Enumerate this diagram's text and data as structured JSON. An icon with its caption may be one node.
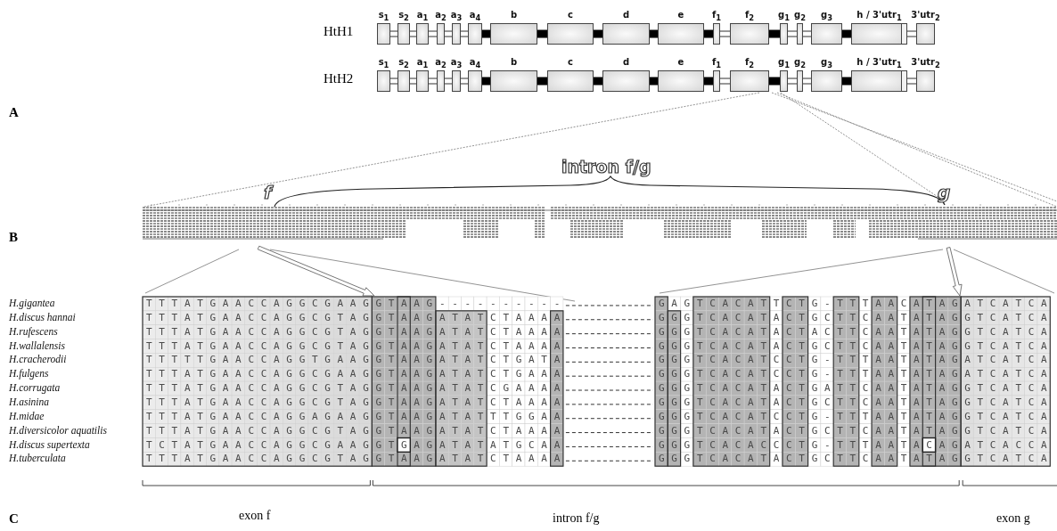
{
  "diagram": {
    "nodes": [
      {
        "text": [
          "s$_{1}$"
        ]
      },
      {
        "text": [
          "s$_{2}$"
        ]
      },
      {
        "text": [
          "a$_{1}$"
        ]
      },
      {
        "text": [
          "a$_{2}$"
        ]
      },
      {
        "text": [
          "a$_{3}$"
        ]
      },
      {
        "text": [
          "a$_{4}$"
        ]
      },
      {
        "text": [
          "b"
        ]
      },
      {
        "text": [
          "c"
        ]
      },
      {
        "text": [
          "d"
        ]
      },
      {
        "text": [
          "e"
        ]
      },
      {
        "text": [
          "f$_{1}$"
        ]
      },
      {
        "text": [
          "f$_{2}$"
        ]
      },
      {
        "text": [
          "g$_{1}$"
        ]
      },
      {
        "text": [
          "g$_{2}$"
        ]
      },
      {
        "text": [
          "g$_{3}$"
        ]
      },
      {
        "text": [
          "h / 3'utr$_{1}$"
        ]
      },
      {
        "text": [
          "3'utr$_{2}$"
        ]
      },
      {
        "text": [
          "s$_{1}$"
        ]
      },
      {
        "text": [
          "s$_{2}$"
        ]
      },
      {
        "text": [
          "a$_{1}$"
        ]
      },
      {
        "text": [
          "a$_{2}$"
        ]
      },
      {
        "text": [
          "a$_{3}$"
        ]
      },
      {
        "text": [
          "a$_{4}$"
        ]
      },
      {
        "text": [
          "b"
        ]
      },
      {
        "text": [
          "c"
        ]
      },
      {
        "text": [
          "d"
        ]
      },
      {
        "text": [
          "e"
        ]
      },
      {
        "text": [
          "f$_{1}$"
        ]
      },
      {
        "text": [
          "f$_{2}$"
        ]
      },
      {
        "text": [
          "g$_{1}$"
        ]
      },
      {
        "text": [
          "g$_{2}$"
        ]
      },
      {
        "text": [
          "g$_{3}$"
        ]
      },
      {
        "text": [
          "h / 3'utr$_{1}$"
        ]
      },
      {
        "text": [
          "3'utr$_{2}$"
        ]
      }
    ],
    "edges": [
      {
        "from": 0,
        "to": 1,
        "arrow": "none"
      },
      {
        "from": 1,
        "to": 2,
        "arrow": "none"
      },
      {
        "from": 2,
        "to": 3,
        "arrow": "none"
      },
      {
        "from": 3,
        "to": 4,
        "arrow": "none"
      },
      {
        "from": 4,
        "to": 5,
        "arrow": "none"
      },
      {
        "from": 5,
        "to": 6,
        "arrow": "none",
        "style": "thick"
      },
      {
        "from": 6,
        "to": 7,
        "arrow": "none",
        "style": "thick"
      },
      {
        "from": 7,
        "to": 8,
        "arrow": "none",
        "style": "thick"
      },
      {
        "from": 8,
        "to": 9,
        "arrow": "none",
        "style": "thick"
      },
      {
        "from": 9,
        "to": 10,
        "arrow": "none",
        "style": "thick"
      },
      {
        "from": 10,
        "to": 11,
        "arrow": "none"
      },
      {
        "from": 11,
        "to": 12,
        "arrow": "none",
        "style": "thick"
      },
      {
        "from": 12,
        "to": 13,
        "arrow": "none"
      },
      {
        "from": 13,
        "to": 14,
        "arrow": "none"
      },
      {
        "from": 14,
        "to": 15,
        "arrow": "none",
        "style": "thick"
      },
      {
        "from": 15,
        "to": 16,
        "arrow": "none"
      },
      {
        "from": 17,
        "to": 18,
        "arrow": "none"
      },
      {
        "from": 18,
        "to": 19,
        "arrow": "none"
      },
      {
        "from": 19,
        "to": 20,
        "arrow": "none"
      },
      {
        "from": 20,
        "to": 21,
        "arrow": "none"
      },
      {
        "from": 21,
        "to": 22,
        "arrow": "none"
      },
      {
        "from": 22,
        "to": 23,
        "arrow": "none",
        "style": "thick"
      },
      {
        "from": 23,
        "to": 24,
        "arrow": "none",
        "style": "thick"
      },
      {
        "from": 24,
        "to": 25,
        "arrow": "none",
        "style": "thick"
      },
      {
        "from": 25,
        "to": 26,
        "arrow": "none",
        "style": "thick"
      },
      {
        "from": 26,
        "to": 27,
        "arrow": "none",
        "style": "thick"
      },
      {
        "from": 27,
        "to": 28,
        "arrow": "none"
      },
      {
        "from": 28,
        "to": 29,
        "arrow": "none",
        "style": "thick"
      },
      {
        "from": 29,
        "to": 30,
        "arrow": "none"
      },
      {
        "from": 30,
        "to": 31,
        "arrow": "none"
      },
      {
        "from": 31,
        "to": 32,
        "arrow": "none",
        "style": "thick"
      },
      {
        "from": 32,
        "to": 33,
        "arrow": "none"
      }
    ],
    "labels": [
      "HtH1",
      "HtH2",
      "A",
      "intron f/g",
      "f",
      "g",
      "B",
      "H.gigantea",
      "TTTATGAACCAGGCGAAG",
      "GTAAG----------",
      "GAGTCACATTCTG-TTTAACATAG",
      "ATCATCA",
      "H.discus hannai",
      "TTTATGAACCAGGCGTAG",
      "GTAAGATATCTAAAA",
      "GGGTCACATACTGCTTCAATATAG",
      "GTCATCA",
      "H.rufescens",
      "TTTATGAACCAGGCGTAG",
      "GTAAGATATCTAAAA",
      "GGGTCACATACTACTTCAATATAG",
      "GTCATCA",
      "H.wallalensis",
      "TTTATGAACCAGGCGTAG",
      "GTAAGATATCTAAAA",
      "GGGTCACATACTGCTTCAATATAG",
      "GTCATCA",
      "H.cracherodii",
      "TTTTTGAACCAGGTGAAG",
      "GTAAGATATCTGATA",
      "GGGTCACATCCTG-TTTAATATAG",
      "ATCATCA",
      "H.fulgens",
      "TTTATGAACCAGGCGAAG",
      "GTAAGATATCTGAAA",
      "GGGTCACATCCTG-TTTAATATAG",
      "ATCATCA",
      "H.corrugata",
      "TTTATGAACCAGGCGTAG",
      "GTAAGATATCGAAAA",
      "GGGTCACATACTGATTCAATATAG",
      "GTCATCA",
      "H.asinina",
      "TTTATGAACCAGGCGTAG",
      "GTAAGATATCTAAAA",
      "GGGTCACATACTGCTTCAATATAG",
      "GTCATCA",
      "H.midae",
      "TTTATGAACCAGGAGAAG",
      "GTAAGATATTTGGAA",
      "GGGTCACATCCTG-TTTAATATAG",
      "GTCATCA",
      "H.diversicolor aquatilis",
      "TTTATGAACCAGGCGTAG",
      "GTAAGATATCTAAAA",
      "GGGTCACATACTGCTTCAATATAG",
      "GTCATCA",
      "H.discus supertexta",
      "TCTATGAACCAGGCGAAG",
      "GTGAGATATATGCAA",
      "GGGTCACACCCTG-TTTAATACAG",
      "ATCACCA",
      "H.tuberculata",
      "TTTATGAACCAGGCGTAG",
      "GTAAGATATCTAAAA",
      "GGGTCACATACTGCTTCAATATAG",
      "GTCATCA",
      "C",
      "exon f",
      "intron f/g",
      "exon g"
    ]
  }
}
